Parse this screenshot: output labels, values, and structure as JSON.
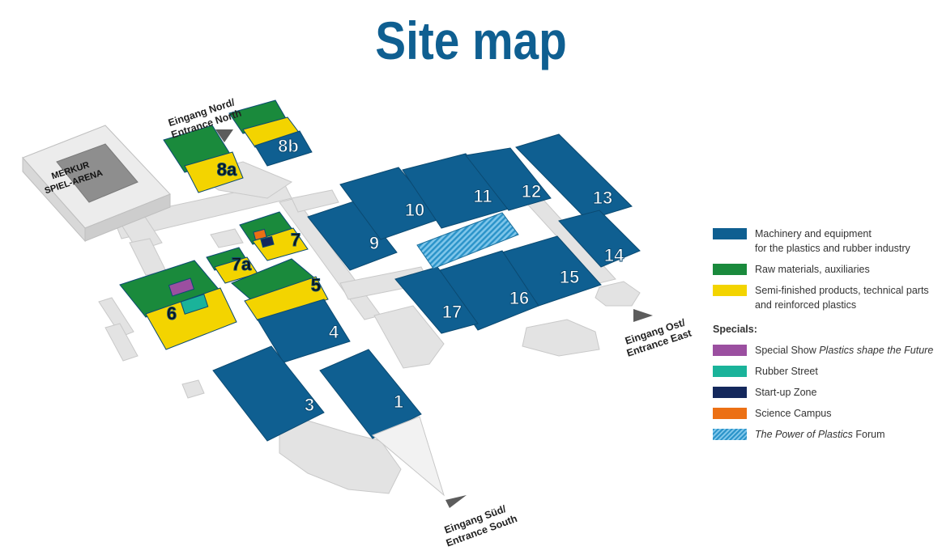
{
  "title": "Site map",
  "arena": {
    "line1": "MERKUR",
    "line2": "SPIEL-ARENA"
  },
  "halls": [
    {
      "id": "h1",
      "label": "1"
    },
    {
      "id": "h3",
      "label": "3"
    },
    {
      "id": "h4",
      "label": "4"
    },
    {
      "id": "h5",
      "label": "5"
    },
    {
      "id": "h6",
      "label": "6"
    },
    {
      "id": "h7",
      "label": "7"
    },
    {
      "id": "h7a",
      "label": "7a"
    },
    {
      "id": "h8a",
      "label": "8a"
    },
    {
      "id": "h8b",
      "label": "8b"
    },
    {
      "id": "h9",
      "label": "9"
    },
    {
      "id": "h10",
      "label": "10"
    },
    {
      "id": "h11",
      "label": "11"
    },
    {
      "id": "h12",
      "label": "12"
    },
    {
      "id": "h13",
      "label": "13"
    },
    {
      "id": "h14",
      "label": "14"
    },
    {
      "id": "h15",
      "label": "15"
    },
    {
      "id": "h16",
      "label": "16"
    },
    {
      "id": "h17",
      "label": "17"
    }
  ],
  "entrances": {
    "north": {
      "line1": "Eingang Nord/",
      "line2": "Entrance North"
    },
    "east": {
      "line1": "Eingang Ost/",
      "line2": "Entrance East"
    },
    "south": {
      "line1": "Eingang Süd/",
      "line2": "Entrance South"
    }
  },
  "colors": {
    "machinery": "#0f5f91",
    "raw": "#1a8a3c",
    "semi": "#f3d400",
    "special_show": "#9b4fa0",
    "rubber_street": "#1ab39a",
    "startup_zone": "#14285c",
    "science_campus": "#ec7014",
    "forum": "#2a93c9"
  },
  "legend": {
    "categories": [
      {
        "key": "machinery",
        "line1": "Machinery and equipment",
        "line2": "for the plastics and rubber industry"
      },
      {
        "key": "raw",
        "line1": "Raw materials, auxiliaries",
        "line2": ""
      },
      {
        "key": "semi",
        "line1": "Semi-finished products, technical parts",
        "line2": "and reinforced plastics"
      }
    ],
    "specials_title": "Specials:",
    "specials": [
      {
        "key": "special_show",
        "prefix": "Special Show ",
        "italic": "Plastics shape the Future",
        "suffix": ""
      },
      {
        "key": "rubber_street",
        "prefix": "Rubber Street",
        "italic": "",
        "suffix": ""
      },
      {
        "key": "startup_zone",
        "prefix": "Start-up Zone",
        "italic": "",
        "suffix": ""
      },
      {
        "key": "science_campus",
        "prefix": "Science Campus",
        "italic": "",
        "suffix": ""
      },
      {
        "key": "forum",
        "prefix": "",
        "italic": "The Power of Plastics",
        "suffix": " Forum"
      }
    ]
  }
}
